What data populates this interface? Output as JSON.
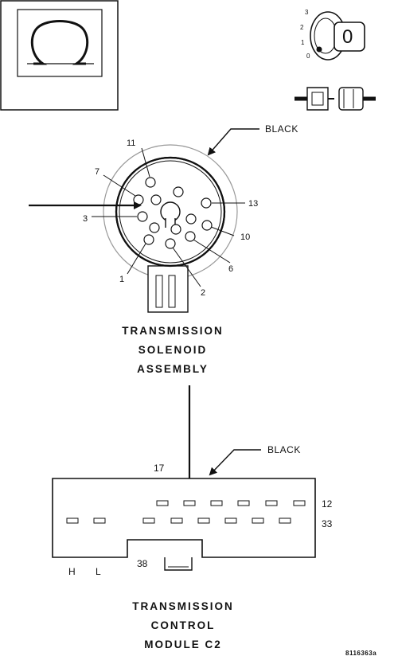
{
  "meter_icon": {
    "symbol": "Ω",
    "icon": "ohmmeter-icon"
  },
  "ignition_key": {
    "positions": [
      "3",
      "2",
      "1",
      "0"
    ],
    "key_letter": "0",
    "icon": "ignition-key-icon"
  },
  "connector_icon": {
    "icon": "disconnected-connector-icon"
  },
  "solenoid_connector": {
    "color_label": "BLACK",
    "pin_labels": [
      "11",
      "7",
      "3",
      "1",
      "2",
      "6",
      "10",
      "13"
    ],
    "title_lines": [
      "TRANSMISSION",
      "SOLENOID",
      "ASSEMBLY"
    ]
  },
  "module_connector": {
    "color_label": "BLACK",
    "pin_labels": {
      "p17": "17",
      "p12": "12",
      "p33": "33",
      "p38": "38",
      "h": "H",
      "l": "L"
    },
    "title_lines": [
      "TRANSMISSION",
      "CONTROL",
      "MODULE C2"
    ]
  },
  "figure_id": "8116363a"
}
